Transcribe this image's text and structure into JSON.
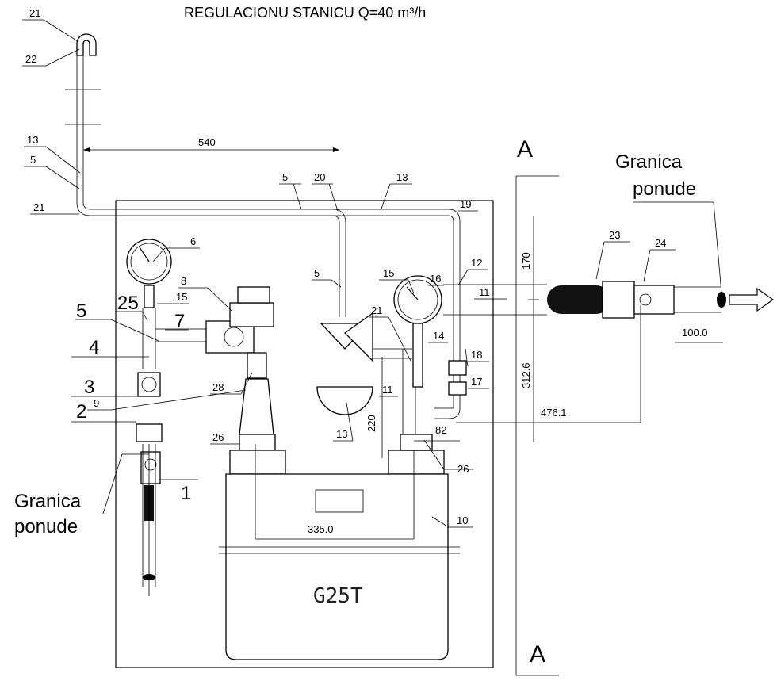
{
  "title": "REGULACIONU STANICU  Q=40 m³/h",
  "section_mark": "A",
  "boundary_label_line1": "Granica",
  "boundary_label_line2": "ponude",
  "meter_label": "G25T",
  "dimensions": {
    "d540": "540",
    "d170": "170",
    "d312": "312.6",
    "d220": "220",
    "d82": "82",
    "d476": "476.1",
    "d335": "335.0",
    "d100": "100.0"
  },
  "callouts": {
    "c21_top": "21",
    "c22": "22",
    "c13_left": "13",
    "c5_left": "5",
    "c21_left": "21",
    "c5_mid": "5",
    "c20": "20",
    "c13_top": "13",
    "c19": "19",
    "c12": "12",
    "c6": "6",
    "c8": "8",
    "c25": "25",
    "c15_left": "15",
    "c5_valve": "5",
    "c7": "7",
    "c4": "4",
    "c3": "3",
    "c2": "2",
    "c1": "1",
    "c28": "28",
    "c9": "9",
    "c26_left": "26",
    "c5_drop": "5",
    "c15_right": "15",
    "c16": "16",
    "c11_top": "11",
    "c21_right": "21",
    "c14": "14",
    "c18": "18",
    "c17": "17",
    "c11_low": "11",
    "c13_low": "13",
    "c26_right": "26",
    "c10": "10",
    "c23": "23",
    "c24": "24"
  },
  "colors": {
    "line": "#000000",
    "background": "#ffffff"
  }
}
